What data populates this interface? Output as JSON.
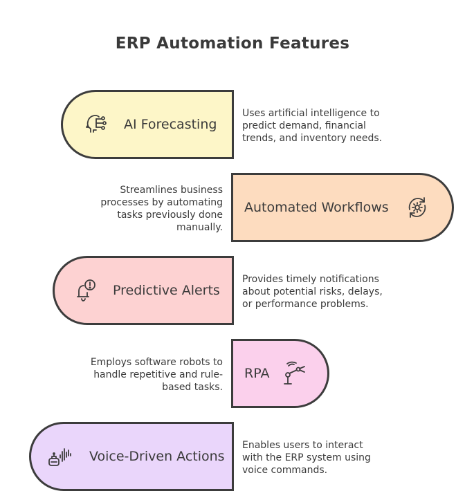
{
  "title": "ERP Automation Features",
  "features": [
    {
      "label": "AI Forecasting",
      "icon": "brain-circuit-icon",
      "color": "#fdf6c8",
      "description": [
        "Uses artificial intelligence to",
        "predict demand, financial",
        "trends, and inventory needs."
      ]
    },
    {
      "label": "Automated Workflows",
      "icon": "gear-refresh-icon",
      "color": "#fddcbf",
      "description": [
        "Streamlines business",
        "processes by automating",
        "tasks previously done",
        "manually."
      ]
    },
    {
      "label": "Predictive Alerts",
      "icon": "bell-alert-icon",
      "color": "#fdd2d2",
      "description": [
        "Provides timely notifications",
        "about potential risks, delays,",
        "or performance problems."
      ]
    },
    {
      "label": "RPA",
      "icon": "robot-arm-icon",
      "color": "#fbd0ec",
      "description": [
        "Employs software robots to",
        "handle repetitive and rule-",
        "based tasks."
      ]
    },
    {
      "label": "Voice-Driven Actions",
      "icon": "voice-robot-icon",
      "color": "#ead6fb",
      "description": [
        "Enables users to interact",
        "with the ERP system using",
        "voice commands."
      ]
    }
  ],
  "colors": {
    "outline": "#3c3c3c",
    "text": "#3a3a3a"
  }
}
